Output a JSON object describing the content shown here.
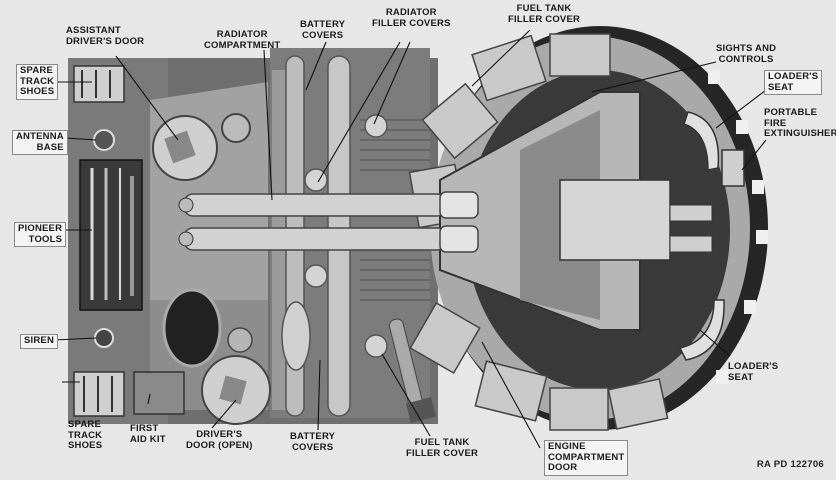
{
  "labels": {
    "spare_track_shoes_top": "SPARE\nTRACK\nSHOES",
    "assistant_drivers_door": "ASSISTANT\nDRIVER'S DOOR",
    "radiator_compartment": "RADIATOR\nCOMPARTMENT",
    "battery_covers_top": "BATTERY\nCOVERS",
    "radiator_filler_covers": "RADIATOR\nFILLER COVERS",
    "fuel_tank_filler_cover_top": "FUEL TANK\nFILLER COVER",
    "sights_and_controls": "SIGHTS AND\nCONTROLS",
    "loaders_seat_top": "LOADER'S\nSEAT",
    "portable_fire_extinguisher": "PORTABLE\nFIRE\nEXTINGUISHER",
    "antenna_base": "ANTENNA\nBASE",
    "pioneer_tools": "PIONEER\nTOOLS",
    "siren": "SIREN",
    "spare_track_shoes_bottom": "SPARE\nTRACK\nSHOES",
    "first_aid_kit": "FIRST\nAID KIT",
    "drivers_door_open": "DRIVER'S\nDOOR (OPEN)",
    "battery_covers_bottom": "BATTERY\nCOVERS",
    "fuel_tank_filler_cover_bottom": "FUEL TANK\nFILLER COVER",
    "engine_compartment_door": "ENGINE\nCOMPARTMENT\nDOOR",
    "loaders_seat_bottom": "LOADER'S\nSEAT"
  },
  "reference": "RA PD 122706",
  "colors": {
    "background": "#e7e7e7",
    "hull": "#8f8f8f",
    "hull_dark": "#4a4a4a",
    "turret": "#a9a9a9",
    "shadow": "#262626",
    "metal_light": "#cfcfcf"
  }
}
